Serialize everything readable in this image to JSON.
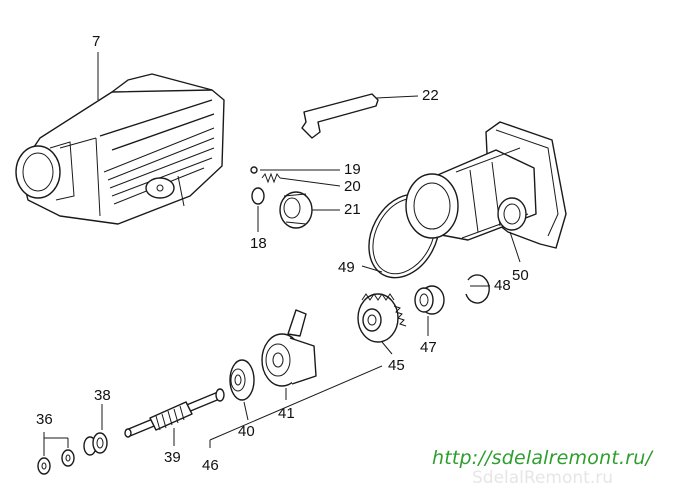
{
  "labels": {
    "p7": "7",
    "p22": "22",
    "p19": "19",
    "p20": "20",
    "p21": "21",
    "p18": "18",
    "p49": "49",
    "p50": "50",
    "p48": "48",
    "p47": "47",
    "p45": "45",
    "p41": "41",
    "p40": "40",
    "p46": "46",
    "p39": "39",
    "p38": "38",
    "p36": "36"
  },
  "footer": {
    "url": "http://sdelalremont.ru/",
    "watermark": "SdelalRemont.ru"
  }
}
